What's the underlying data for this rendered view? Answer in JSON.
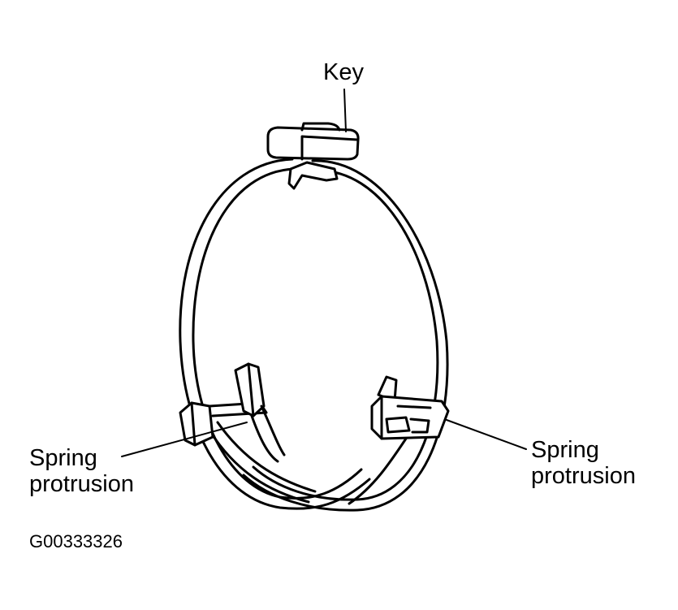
{
  "diagram": {
    "labels": {
      "key": "Key",
      "left_spring": [
        "Spring",
        "protrusion"
      ],
      "right_spring": [
        "Spring",
        "protrusion"
      ]
    },
    "figure_id": "G00333326",
    "colors": {
      "stroke": "#000000",
      "background": "#ffffff"
    }
  }
}
